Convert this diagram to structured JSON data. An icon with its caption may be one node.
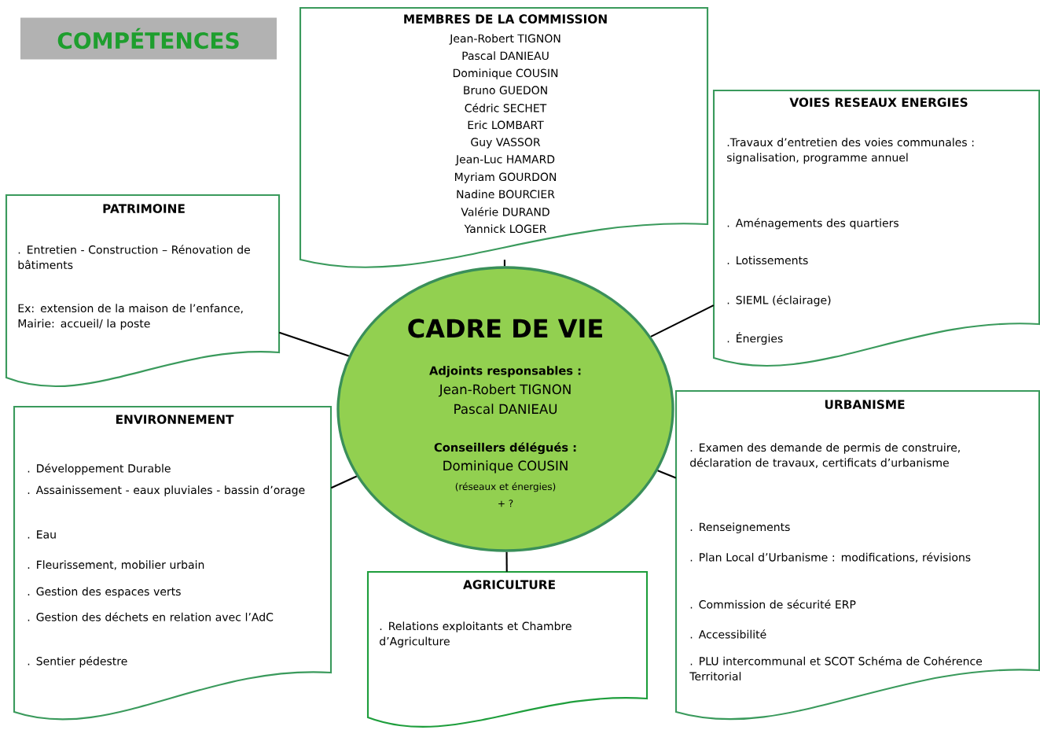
{
  "diagram": {
    "title": "COMPÉTENCES",
    "nodes": [
      {
        "text": [
          "MEMBRES DE LA COMMISSION",
          "Jean-Robert TIGNON",
          "Pascal DANIEAU",
          "Dominique COUSIN",
          "Bruno GUEDON",
          "Cédric SECHET",
          "Eric LOMBART",
          "Guy VASSOR",
          "Jean-Luc HAMARD",
          "Myriam GOURDON",
          "Nadine BOURCIER",
          "Valérie DURAND",
          "Yannick LOGER"
        ]
      },
      {
        "text": [
          "VOIES RESEAUX ENERGIES",
          ".Travaux d’entretien des voies communales : signalisation, programme annuel",
          ". Aménagements des quartiers",
          ". Lotissements",
          ". SIEML (éclairage)",
          ". Énergies"
        ]
      },
      {
        "text": [
          "PATRIMOINE",
          ". Entretien - Construction – Rénovation de bâtiments",
          "Ex: extension de la maison de l’enfance, Mairie: accueil/ la poste"
        ]
      },
      {
        "text": [
          "CADRE DE VIE",
          "Adjoints responsables :",
          "Jean-Robert TIGNON",
          "Pascal DANIEAU",
          "Conseillers délégués :",
          "Dominique COUSIN",
          "(réseaux et énergies)",
          "+ ?"
        ]
      },
      {
        "text": [
          "ENVIRONNEMENT",
          ". Développement Durable",
          ". Assainissement - eaux pluviales - bassin d’orage",
          ". Eau",
          ". Fleurissement, mobilier urbain",
          ". Gestion des espaces verts",
          ". Gestion des déchets en relation avec l’AdC",
          ". Sentier pédestre"
        ]
      },
      {
        "text": [
          "URBANISME",
          ". Examen des demande de permis de construire, déclaration de travaux, certificats d’urbanisme",
          ". Renseignements",
          ". Plan Local d’Urbanisme : modifications, révisions",
          ". Commission de sécurité ERP",
          ". Accessibilité",
          ". PLU intercommunal et SCOT Schéma de Cohérence Territorial"
        ]
      },
      {
        "text": [
          "AGRICULTURE",
          ". Relations exploitants et Chambre d’Agriculture"
        ]
      }
    ],
    "edges": [
      {
        "from": 3,
        "to": 0,
        "arrow": "none"
      },
      {
        "from": 3,
        "to": 1,
        "arrow": "none"
      },
      {
        "from": 3,
        "to": 2,
        "arrow": "none"
      },
      {
        "from": 3,
        "to": 4,
        "arrow": "none"
      },
      {
        "from": 3,
        "to": 5,
        "arrow": "none"
      },
      {
        "from": 3,
        "to": 6,
        "arrow": "none"
      }
    ]
  }
}
